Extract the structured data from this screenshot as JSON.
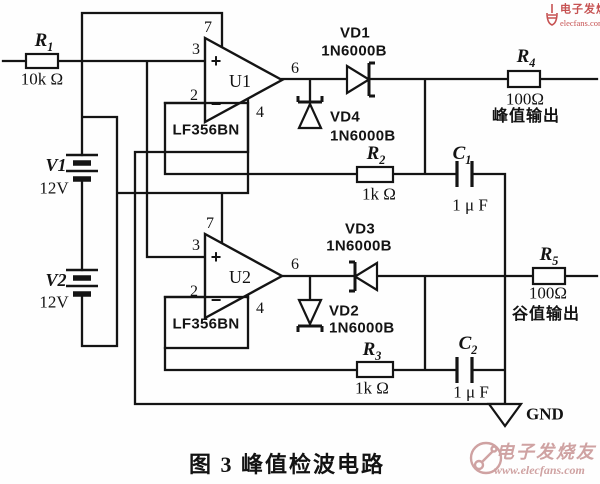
{
  "figure_caption": "图 3  峰值检波电路",
  "opamps": {
    "u1": {
      "ref": "U1",
      "part": "LF356BN",
      "pin7": "7",
      "pin3": "3",
      "pin2": "2",
      "pin4": "4",
      "pin6": "6",
      "plus": "+",
      "minus": "−"
    },
    "u2": {
      "ref": "U2",
      "part": "LF356BN",
      "pin7": "7",
      "pin3": "3",
      "pin2": "2",
      "pin4": "4",
      "pin6": "6",
      "plus": "+",
      "minus": "−"
    }
  },
  "resistors": {
    "r1": {
      "ref": "R",
      "sub": "1",
      "value": "10k Ω"
    },
    "r2": {
      "ref": "R",
      "sub": "2",
      "value": "1k Ω"
    },
    "r3": {
      "ref": "R",
      "sub": "3",
      "value": "1k Ω"
    },
    "r4": {
      "ref": "R",
      "sub": "4",
      "value": "100Ω"
    },
    "r5": {
      "ref": "R",
      "sub": "5",
      "value": "100Ω"
    }
  },
  "outputs": {
    "peak": "峰值输出",
    "valley": "谷值输出"
  },
  "capacitors": {
    "c1": {
      "ref": "C",
      "sub": "1",
      "value": "1 μ F"
    },
    "c2": {
      "ref": "C",
      "sub": "2",
      "value": "1 μ F"
    }
  },
  "diodes": {
    "vd1": {
      "ref": "VD1",
      "part": "1N6000B"
    },
    "vd2": {
      "ref": "VD2",
      "part": "1N6000B"
    },
    "vd3": {
      "ref": "VD3",
      "part": "1N6000B"
    },
    "vd4": {
      "ref": "VD4",
      "part": "1N6000B"
    }
  },
  "sources": {
    "v1": {
      "ref": "V1",
      "value": "12V"
    },
    "v2": {
      "ref": "V2",
      "value": "12V"
    }
  },
  "ground_label": "GND",
  "watermarks": {
    "top": {
      "brand": "电子发烧友",
      "site": "elecfans.com"
    },
    "bottom": {
      "brand": "电子发烧友",
      "site": "www.elecfans.com"
    }
  },
  "colors": {
    "wire": "#141414",
    "watermark_red": "#c65252",
    "watermark_rose": "#cfa2a2"
  }
}
